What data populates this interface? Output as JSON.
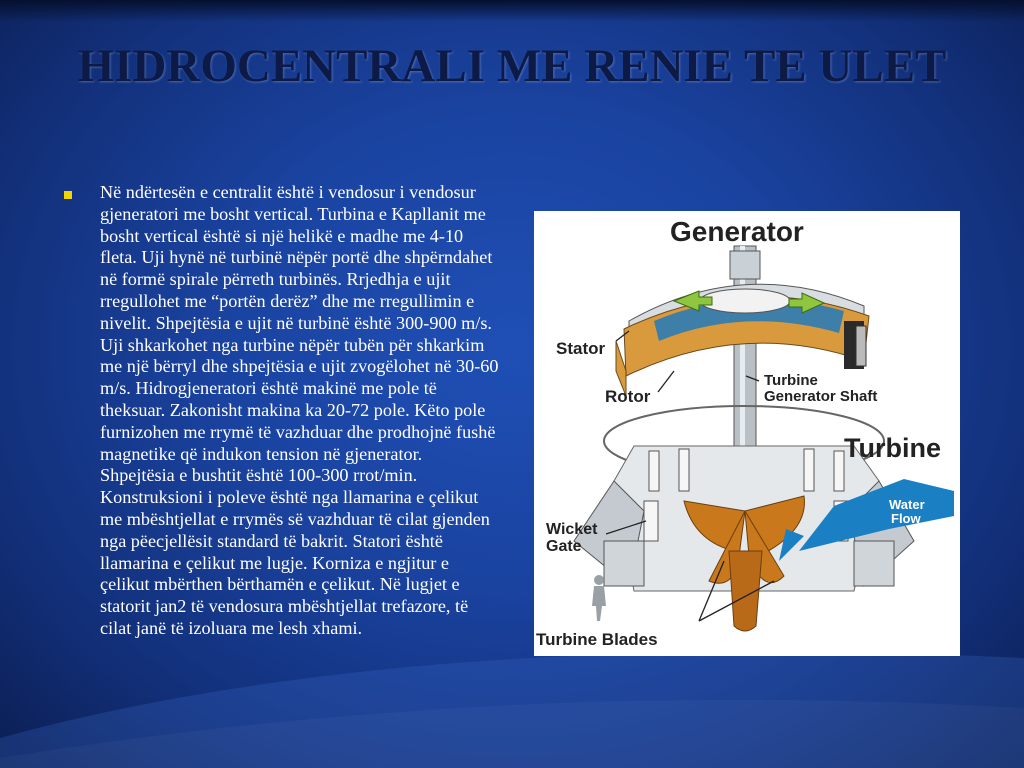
{
  "slide": {
    "title": "HIDROCENTRALI ME RENIE TE ULET",
    "body": "Në ndërtesën e centralit është i vendosur i vendosur gjeneratori me bosht vertical. Turbina e Kapllanit me bosht vertical është si një helikë e madhe me 4-10 fleta. Uji hynë në turbinë nëpër portë dhe shpërndahet në formë spirale përreth turbinës. Rrjedhja e ujit rregullohet me “portën derëz” dhe me rregullimin e nivelit. Shpejtësia e ujit në turbinë është 300-900 m/s. Uji shkarkohet nga turbine nëpër tubën për shkarkim me një bërryl dhe shpejtësia e ujit zvogëlohet në 30-60 m/s. Hidrogjeneratori është makinë me pole të theksuar. Zakonisht makina ka 20-72 pole. Këto pole furnizohen me rrymë të vazhduar dhe prodhojnë fushë magnetike që indukon tension në gjenerator. Shpejtësia e bushtit është 100-300 rrot/min. Konstruksioni i poleve është nga llamarina e çelikut me mbështjellat e rrymës së vazhduar të cilat gjenden nga pëecjellësit standard të bakrit. Statori është llamarina e çelikut me lugje. Korniza e ngjitur e çelikut mbërthen bërthamën e çelikut. Në lugjet e statorit jan2 të vendosura mbështjellat trefazore, të cilat janë të izoluara me lesh xhami."
  },
  "figure": {
    "labels": {
      "generator": "Generator",
      "stator": "Stator",
      "rotor": "Rotor",
      "shaft_line1": "Turbine",
      "shaft_line2": "Generator Shaft",
      "turbine": "Turbine",
      "water_line1": "Water",
      "water_line2": "Flow",
      "wicket_line1": "Wicket",
      "wicket_line2": "Gate",
      "blades": "Turbine Blades"
    },
    "colors": {
      "blade": "#c9791c",
      "water_arrow": "#1b7fc4",
      "stator_core": "#d89a3c",
      "rotor_arrows": "#8ec63f"
    }
  }
}
